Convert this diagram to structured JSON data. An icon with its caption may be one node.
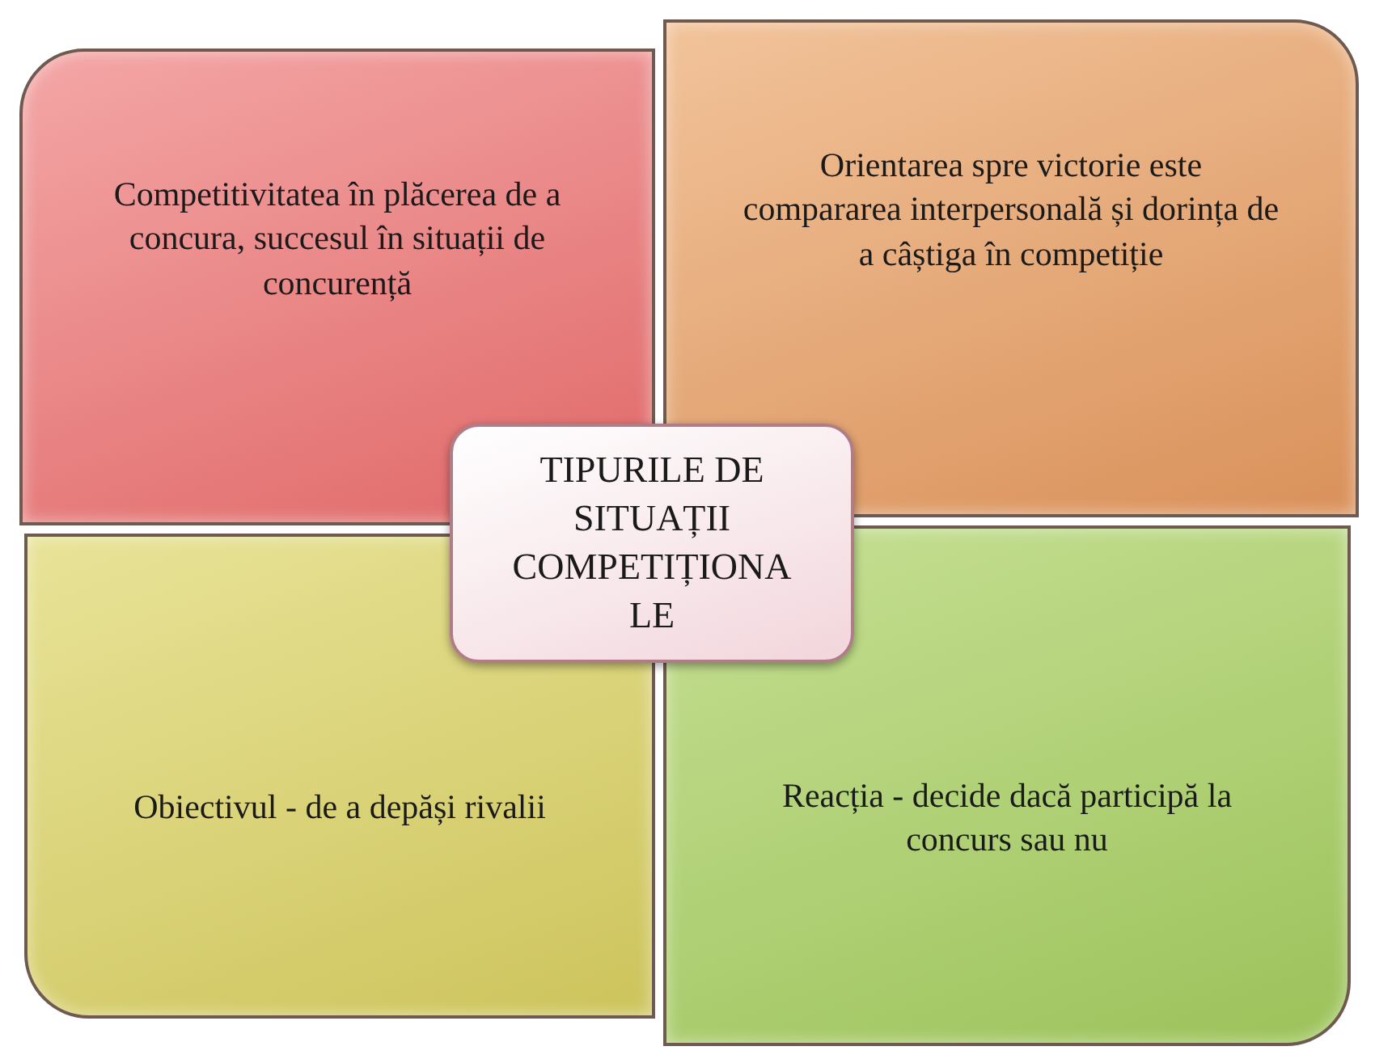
{
  "diagram": {
    "nodes": [
      {
        "text": [
          "Competitivitatea în plăcerea de a concura, succesul în situații de concurență"
        ]
      },
      {
        "text": [
          "Orientarea spre victorie este compararea interpersonală și dorința de a câștiga în competiție"
        ]
      },
      {
        "text": [
          "Obiectivul - de a depăși rivalii"
        ]
      },
      {
        "text": [
          "Reacția - decide dacă participă la concurs sau nu"
        ]
      },
      {
        "text": [
          "TIPURILE DE SITUAȚII COMPETIȚIONALE"
        ]
      }
    ]
  }
}
